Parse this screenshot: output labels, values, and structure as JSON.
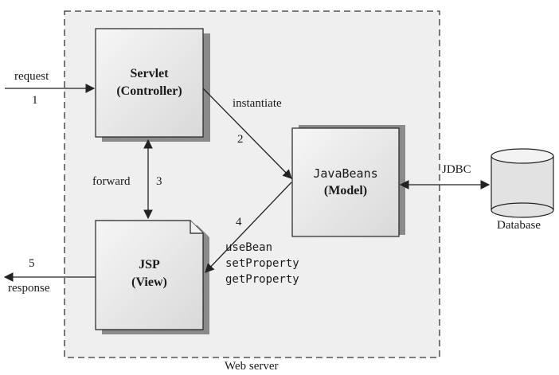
{
  "server": {
    "label": "Web server"
  },
  "components": {
    "servlet": {
      "line1": "Servlet",
      "line2": "(Controller)"
    },
    "javabeans": {
      "line1": "JavaBeans",
      "line2": "(Model)"
    },
    "jsp": {
      "line1": "JSP",
      "line2": "(View)"
    },
    "database": {
      "label": "Database"
    }
  },
  "arrows": {
    "request": {
      "label": "request",
      "step": "1"
    },
    "instantiate": {
      "label": "instantiate",
      "step": "2"
    },
    "forward": {
      "label": "forward",
      "step": "3"
    },
    "bean_ops": {
      "step": "4",
      "ops": [
        "useBean",
        "setProperty",
        "getProperty"
      ]
    },
    "response": {
      "label": "response",
      "step": "5"
    },
    "jdbc": {
      "label": "JDBC"
    }
  },
  "colors": {
    "box_fill": "#e9e9e9",
    "server_fill": "#f0f0f0",
    "shadow": "#8a8a8a",
    "stroke": "#222222"
  }
}
